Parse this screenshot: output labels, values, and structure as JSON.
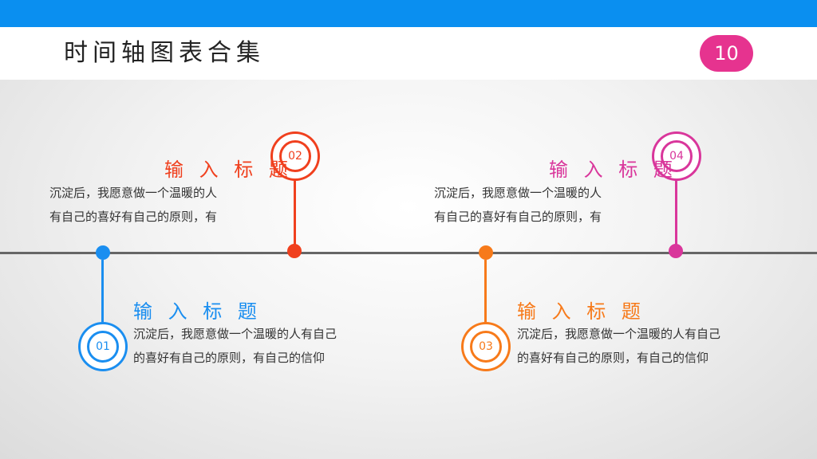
{
  "header": {
    "title": "时间轴图表合集",
    "page_number": "10"
  },
  "colors": {
    "top_bar": "#0a8ff0",
    "badge": "#e6338f",
    "blue": "#1a8ef0",
    "red": "#f0401e",
    "orange": "#f77a1a",
    "magenta": "#d9369b"
  },
  "timeline": {
    "items": [
      {
        "number": "01",
        "heading": "输 入 标 题",
        "text_line1": "沉淀后，我愿意做一个温暖的人有自己",
        "text_line2": "的喜好有自己的原则，有自己的信仰"
      },
      {
        "number": "02",
        "heading": "输 入 标 题",
        "text_line1": "沉淀后，我愿意做一个温暖的人",
        "text_line2": "有自己的喜好有自己的原则，有"
      },
      {
        "number": "03",
        "heading": "输 入 标 题",
        "text_line1": "沉淀后，我愿意做一个温暖的人有自己",
        "text_line2": "的喜好有自己的原则，有自己的信仰"
      },
      {
        "number": "04",
        "heading": "输 入 标 题",
        "text_line1": "沉淀后，我愿意做一个温暖的人",
        "text_line2": "有自己的喜好有自己的原则，有"
      }
    ]
  }
}
